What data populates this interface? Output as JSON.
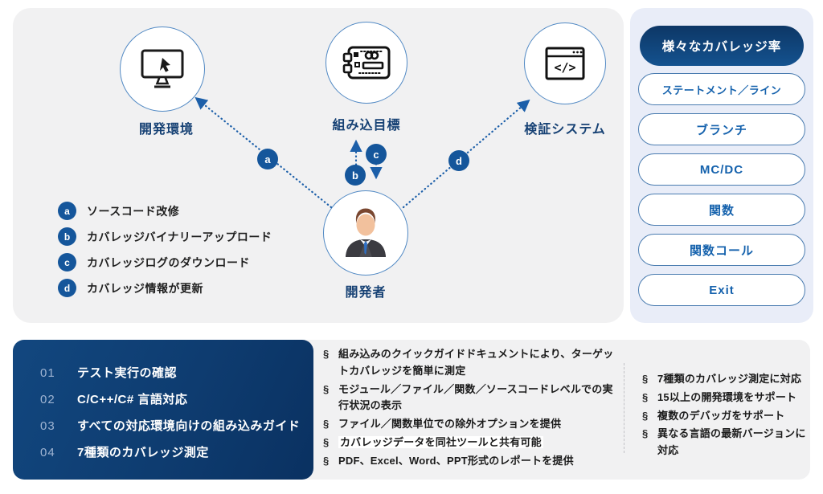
{
  "colors": {
    "accent_navy": "#0d3766",
    "badge_blue": "#15569b",
    "outline_button_blue": "#1562ad",
    "panel_blue": "#e9edf8",
    "panel_gray": "#f1f1f2",
    "arrow_blue": "#1c5fa9"
  },
  "diagram": {
    "nodes": {
      "dev_env": {
        "label": "開発環境",
        "icon": "monitor-icon"
      },
      "embedded_target": {
        "label": "組み込目標",
        "icon": "circuit-board-icon"
      },
      "verification_system": {
        "label": "検証システム",
        "icon": "code-window-icon"
      },
      "developer": {
        "label": "開発者",
        "icon": "developer-avatar"
      }
    },
    "legend": [
      {
        "key": "a",
        "text": "ソースコード改修"
      },
      {
        "key": "b",
        "text": "カバレッジバイナリーアップロード"
      },
      {
        "key": "c",
        "text": "カバレッジログのダウンロード"
      },
      {
        "key": "d",
        "text": "カバレッジ情報が更新"
      }
    ]
  },
  "coverage_panel": {
    "title": "様々なカバレッジ率",
    "items": [
      "ステートメント／ライン",
      "ブランチ",
      "MC/DC",
      "関数",
      "関数コール",
      "Exit"
    ]
  },
  "features": {
    "numbered": [
      {
        "num": "01",
        "text": "テスト実行の確認"
      },
      {
        "num": "02",
        "text": "C/C++/C# 言語対応"
      },
      {
        "num": "03",
        "text": "すべての対応環境向けの組み込みガイド"
      },
      {
        "num": "04",
        "text": "7種類のカバレッジ測定"
      }
    ],
    "middle": {
      "marker": "§",
      "items": [
        "組み込みのクイックガイドドキュメントにより、ターゲットカバレッジを簡単に測定",
        "モジュール／ファイル／関数／ソースコードレベルでの実行状況の表示",
        "ファイル／関数単位での除外オプションを提供",
        "カバレッジデータを同社ツールと共有可能",
        "PDF、Excel、Word、PPT形式のレポートを提供"
      ]
    },
    "right": {
      "marker": "§",
      "items": [
        "7種類のカバレッジ測定に対応",
        "15以上の開発環境をサポート",
        "複数のデバッガをサポート",
        "異なる言語の最新バージョンに対応"
      ]
    }
  }
}
